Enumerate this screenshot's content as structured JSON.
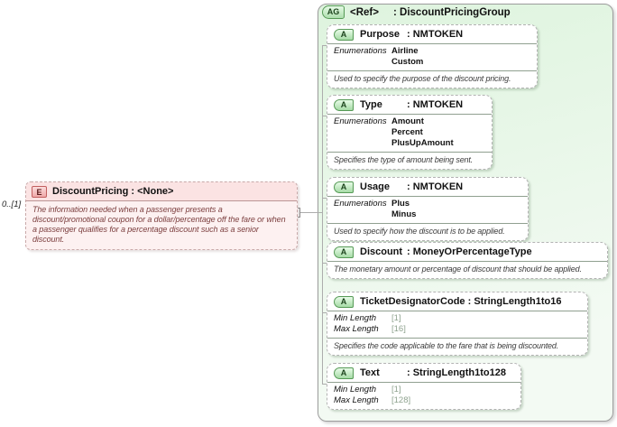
{
  "element": {
    "badge": "E",
    "name": "DiscountPricing",
    "type_display": ": <None>",
    "cardinality": "0..[1]",
    "description": "The information needed when a passenger presents a discount/promotional coupon for a dollar/percentage off the fare or when a passenger qualifies for a percentage discount such as a senior discount."
  },
  "group": {
    "badge": "AG",
    "name": "<Ref>",
    "type_display": ": DiscountPricingGroup"
  },
  "attributes": [
    {
      "badge": "A",
      "name": "Purpose",
      "type_display": ": NMTOKEN",
      "enum_label": "Enumerations",
      "enums": [
        "Airline",
        "Custom"
      ],
      "description": "Used to specify the purpose of the discount pricing."
    },
    {
      "badge": "A",
      "name": "Type",
      "type_display": ": NMTOKEN",
      "enum_label": "Enumerations",
      "enums": [
        "Amount",
        "Percent",
        "PlusUpAmount"
      ],
      "description": "Specifies the type of amount being sent."
    },
    {
      "badge": "A",
      "name": "Usage",
      "type_display": ": NMTOKEN",
      "enum_label": "Enumerations",
      "enums": [
        "Plus",
        "Minus"
      ],
      "description": "Used to specify how the discount is to be applied."
    },
    {
      "badge": "A",
      "name": "Discount",
      "type_display": ": MoneyOrPercentageType",
      "description": "The monetary amount or percentage of discount that should be applied."
    },
    {
      "badge": "A",
      "name": "TicketDesignatorCode",
      "type_display": ": StringLength1to16",
      "facets": [
        {
          "label": "Min Length",
          "value": "[1]"
        },
        {
          "label": "Max Length",
          "value": "[16]"
        }
      ],
      "description": "Specifies the code applicable to the fare that is being discounted."
    },
    {
      "badge": "A",
      "name": "Text",
      "type_display": ": StringLength1to128",
      "facets": [
        {
          "label": "Min Length",
          "value": "[1]"
        },
        {
          "label": "Max Length",
          "value": "[128]"
        }
      ]
    }
  ],
  "colors": {
    "group_fill": "#e3f6e3",
    "group_border": "#9c9c9c",
    "attr_box_border": "#b3b3b3",
    "badge_green_fill": "#a6dba6",
    "badge_green_border": "#569a56",
    "element_header_fill": "#fbe3e3",
    "element_body_fill": "#fdf1f1",
    "badge_red_fill": "#f0a8a8",
    "badge_red_border": "#c25f5f",
    "element_desc_text": "#7c3f3f",
    "desc_text": "#3c3c3c",
    "facet_value_text": "#8fa38f",
    "connector": "#adadad"
  }
}
